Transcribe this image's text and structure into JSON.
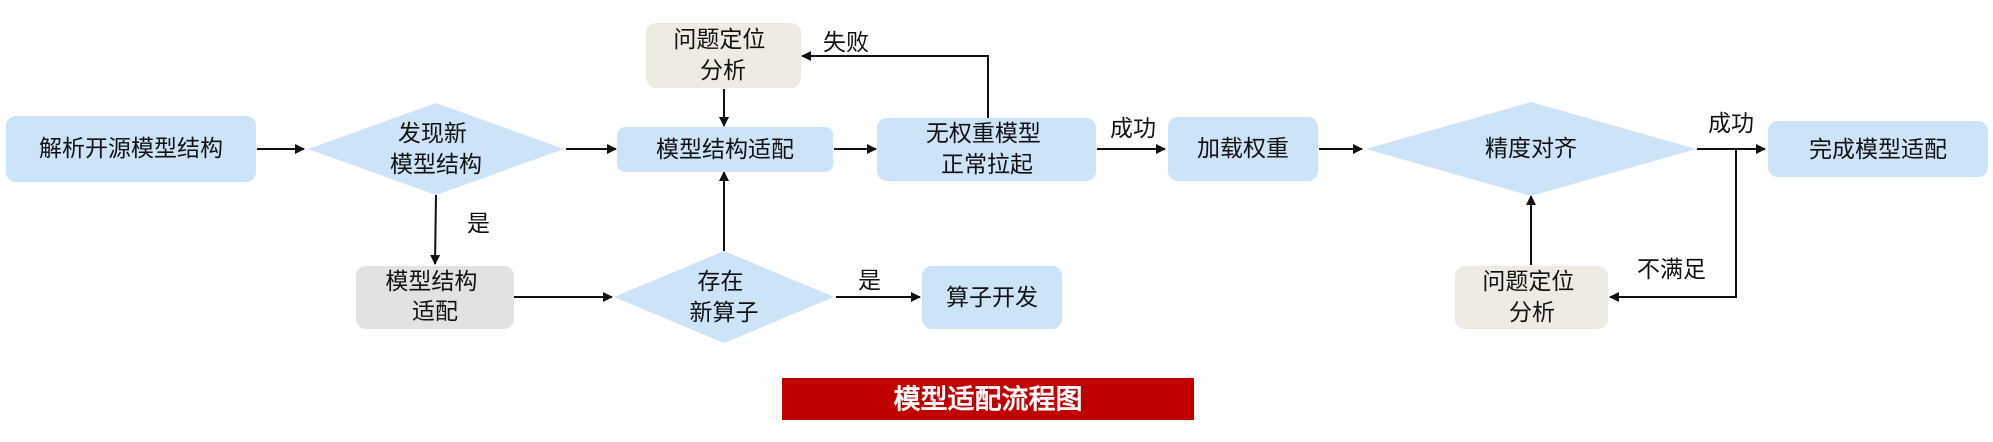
{
  "colors": {
    "process_fill": "#cde3f8",
    "analysis_fill": "#eeece2",
    "gray_fill": "#e2e2e2",
    "decision_fill": "#cde3f8",
    "arrow": "#111111",
    "title_bg": "#c00000",
    "title_text": "#ffffff"
  },
  "nodes": {
    "parse": {
      "lines": [
        "解析开源模型结构"
      ]
    },
    "discover": {
      "lines": [
        "发现新",
        "模型结构"
      ]
    },
    "adapt_main": {
      "lines": [
        "模型结构适配"
      ]
    },
    "adapt_gray": {
      "lines": [
        "模型结构",
        "适配"
      ]
    },
    "new_op": {
      "lines": [
        "存在",
        "新算子"
      ]
    },
    "op_dev": {
      "lines": [
        "算子开发"
      ]
    },
    "locate_top": {
      "lines": [
        "问题定位",
        "分析"
      ]
    },
    "no_weight": {
      "lines": [
        "无权重模型",
        "正常拉起"
      ]
    },
    "load_weight": {
      "lines": [
        "加载权重"
      ]
    },
    "precision": {
      "lines": [
        "精度对齐"
      ]
    },
    "locate_bottom": {
      "lines": [
        "问题定位",
        "分析"
      ]
    },
    "done": {
      "lines": [
        "完成模型适配"
      ]
    }
  },
  "edge_labels": {
    "yes_discover": "是",
    "yes_new_op": "是",
    "fail": "失败",
    "success_load": "成功",
    "success_done": "成功",
    "not_satisfied": "不满足"
  },
  "title": "模型适配流程图"
}
